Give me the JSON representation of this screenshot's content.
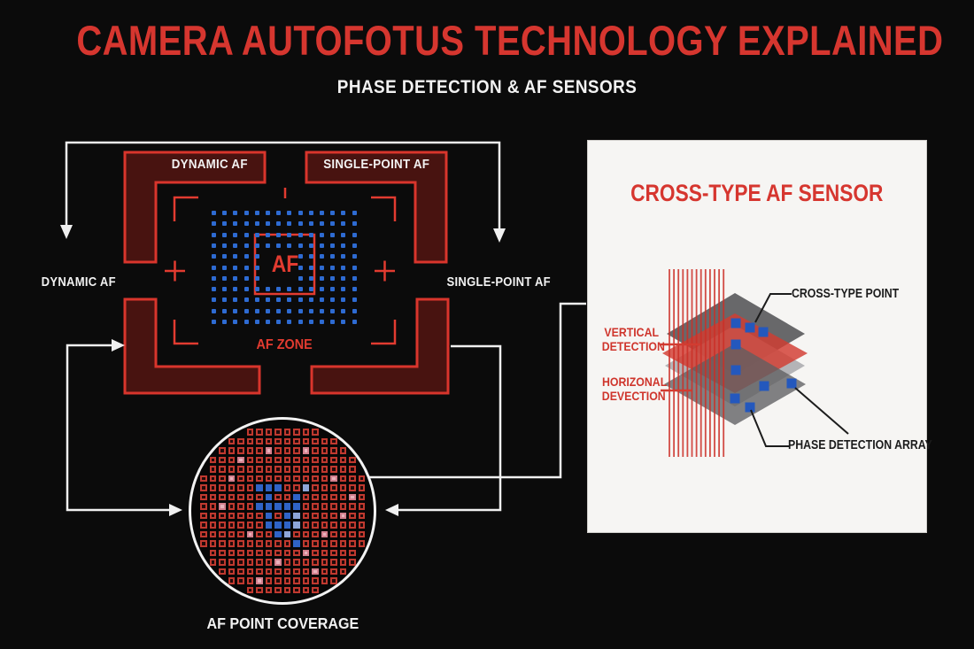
{
  "header": {
    "title": "CAMERA AUTOFOTUS TECHNOLOGY EXPLAINED",
    "subtitle": "PHASE DETECTION & AF SENSORS"
  },
  "af_diagram": {
    "bracket_label_left": "DYNAMIC AF",
    "bracket_label_right": "SINGLE-POINT AF",
    "side_label_left": "DYNAMIC AF",
    "side_label_right": "SINGLE-POINT AF",
    "center_label": "AF",
    "zone_label": "AF ZONE",
    "grid": {
      "cols": 14,
      "rows": 11,
      "pitch_x": 12.2,
      "pitch_y": 12.3,
      "dot_size": 5,
      "dot_color": "#2e6bd2",
      "hole": {
        "cols": [
          5,
          6,
          7
        ],
        "rows": [
          4,
          5,
          6
        ]
      }
    }
  },
  "coverage": {
    "label": "AF POINT COVERAGE",
    "grid": {
      "cols": 20,
      "rows": 20,
      "pitch": 10.5,
      "cell_size": 7.5,
      "clip_radius": 98,
      "blue_cells": [
        [
          7,
          7
        ],
        [
          8,
          7
        ],
        [
          9,
          7
        ],
        [
          8,
          8
        ],
        [
          11,
          8
        ],
        [
          7,
          9
        ],
        [
          8,
          9
        ],
        [
          9,
          9
        ],
        [
          10,
          9
        ],
        [
          11,
          9
        ],
        [
          8,
          10
        ],
        [
          10,
          10
        ],
        [
          8,
          11
        ],
        [
          9,
          11
        ],
        [
          10,
          11
        ],
        [
          9,
          12
        ],
        [
          11,
          13
        ]
      ],
      "light_blue_cells": [
        [
          12,
          7
        ],
        [
          11,
          10
        ],
        [
          10,
          12
        ],
        [
          11,
          11
        ]
      ],
      "pink_cells": [
        [
          5,
          4
        ],
        [
          12,
          3
        ],
        [
          3,
          9
        ],
        [
          15,
          6
        ],
        [
          6,
          12
        ],
        [
          12,
          14
        ],
        [
          9,
          15
        ],
        [
          16,
          10
        ],
        [
          4,
          6
        ],
        [
          14,
          12
        ],
        [
          8,
          3
        ],
        [
          17,
          8
        ],
        [
          7,
          17
        ],
        [
          13,
          16
        ]
      ]
    }
  },
  "sensor_panel": {
    "title": "CROSS-TYPE AF SENSOR",
    "label_cross_type_point": "CROSS-TYPE POINT",
    "label_vertical_line1": "VERTICAL",
    "label_vertical_line2": "DETECTION",
    "label_horizontal_line1": "HORIZONAL",
    "label_horizontal_line2": "DEVECTION",
    "label_phase_array": "PHASE DETECTION ARRAY"
  },
  "colors": {
    "background": "#0b0b0b",
    "accent_red": "#d6362f",
    "bracket_fill": "#481310",
    "bracket_stroke": "#d9352c",
    "dot_blue": "#2e6bd2",
    "coverage_square_red": "#c0392f",
    "panel_bg": "#f6f5f3",
    "arrow_white": "#f0f0f0",
    "label_dark": "#1b1b1b"
  }
}
